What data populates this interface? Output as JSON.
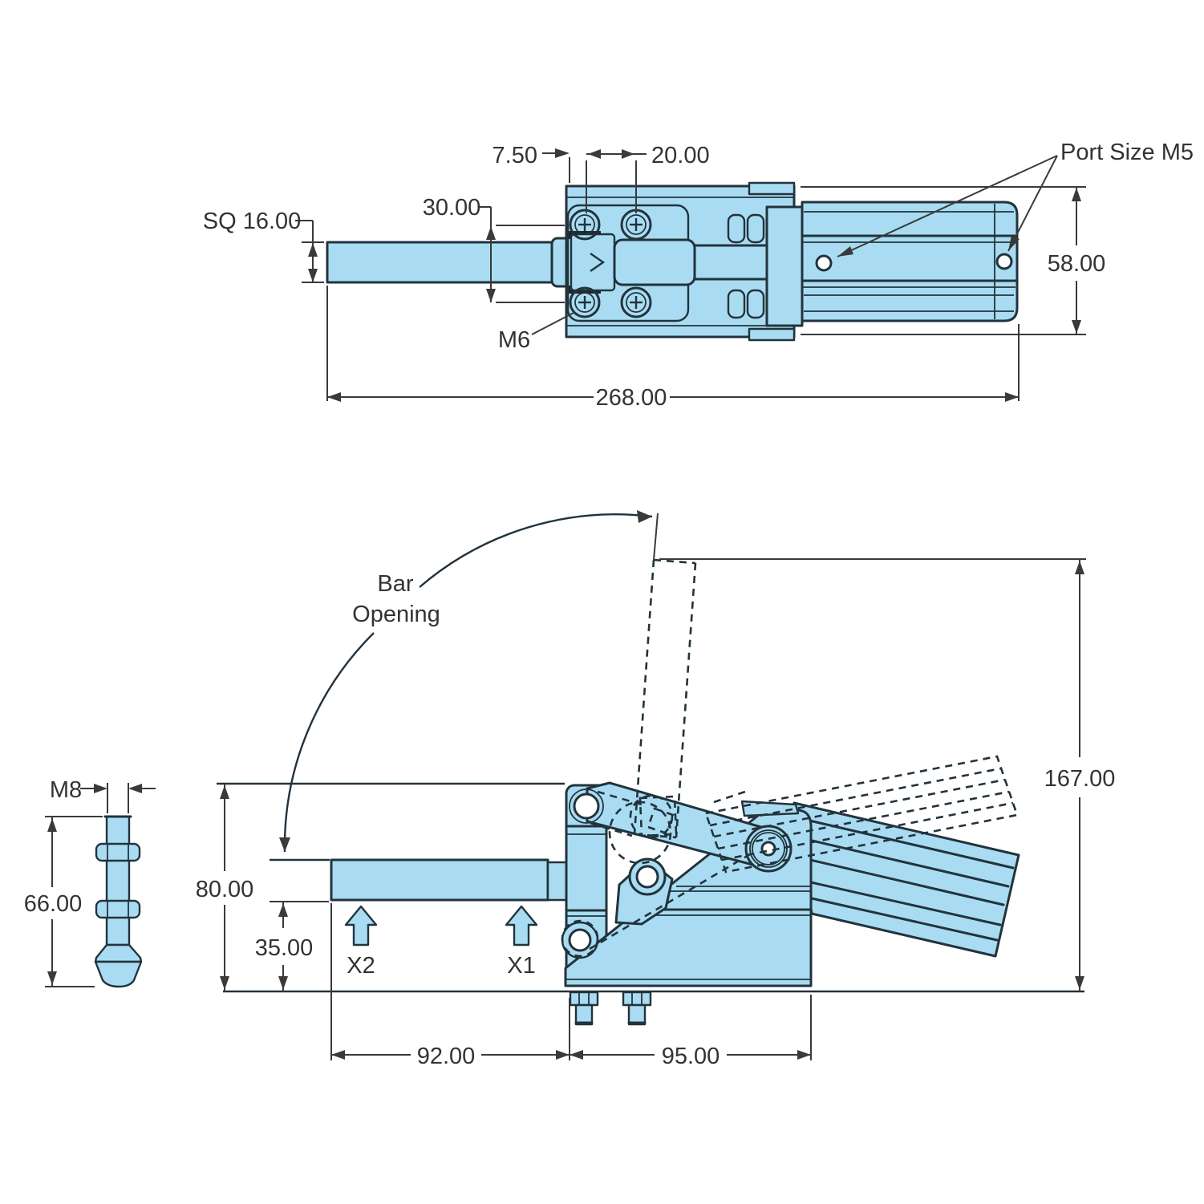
{
  "views": {
    "top": {
      "dims": {
        "edge_offset": "7.50",
        "hole_spacing": "20.00",
        "hole_rows": "30.00",
        "bar_square": "SQ 16.00",
        "body_width": "58.00",
        "overall_length": "268.00"
      },
      "labels": {
        "screw_thread": "M6",
        "port": "Port Size M5"
      }
    },
    "side": {
      "dims": {
        "open_height": "167.00",
        "pivot_height": "80.00",
        "bar_height": "35.00",
        "bar_length": "92.00",
        "body_length": "95.00"
      },
      "labels": {
        "arc_line1": "Bar",
        "arc_line2": "Opening",
        "sensor_x1": "X1",
        "sensor_x2": "X2"
      }
    },
    "spindle": {
      "dims": {
        "thread": "M8",
        "length": "66.00"
      }
    }
  },
  "colors": {
    "part_fill": "#A9DCF2",
    "outline": "#22333C",
    "dimension": "#333333",
    "background": "#FFFFFF"
  }
}
